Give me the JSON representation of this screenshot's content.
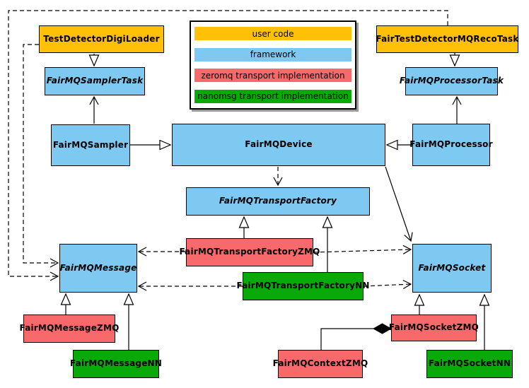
{
  "legend": {
    "items": [
      {
        "label": "user code",
        "color": "#FFC107"
      },
      {
        "label": "framework",
        "color": "#7EC9F2"
      },
      {
        "label": "zeromq transport implementation",
        "color": "#F8696B"
      },
      {
        "label": "nanomsg transport implementation",
        "color": "#09A909"
      }
    ]
  },
  "nodes": {
    "digi_loader": {
      "label": "TestDetectorDigiLoader"
    },
    "reco_task": {
      "label": "FairTestDetectorMQRecoTask"
    },
    "sampler_task": {
      "label": "FairMQSamplerTask"
    },
    "processor_task": {
      "label": "FairMQProcessorTask"
    },
    "sampler": {
      "label": "FairMQSampler"
    },
    "device": {
      "label": "FairMQDevice"
    },
    "processor": {
      "label": "FairMQProcessor"
    },
    "transport_factory": {
      "label": "FairMQTransportFactory"
    },
    "transport_factory_zmq": {
      "label": "FairMQTransportFactoryZMQ"
    },
    "transport_factory_nn": {
      "label": "FairMQTransportFactoryNN"
    },
    "message": {
      "label": "FairMQMessage"
    },
    "socket": {
      "label": "FairMQSocket"
    },
    "message_zmq": {
      "label": "FairMQMessageZMQ"
    },
    "message_nn": {
      "label": "FairMQMessageNN"
    },
    "socket_zmq": {
      "label": "FairMQSocketZMQ"
    },
    "socket_nn": {
      "label": "FairMQSocketNN"
    },
    "context_zmq": {
      "label": "FairMQContextZMQ"
    }
  }
}
